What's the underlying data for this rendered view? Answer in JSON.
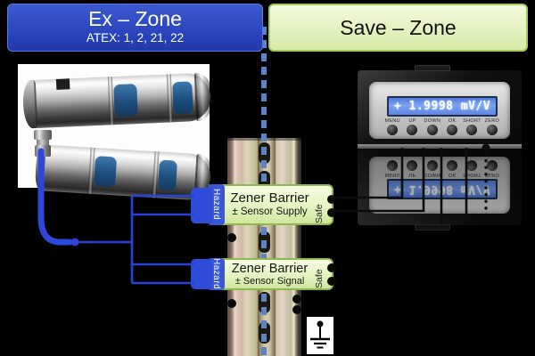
{
  "header": {
    "ex_zone": {
      "title": "Ex – Zone",
      "subtitle": "ATEX: 1, 2, 21, 22"
    },
    "save_zone": {
      "title": "Save – Zone"
    }
  },
  "barriers": [
    {
      "title": "Zener Barrier",
      "subtitle": "± Sensor Supply",
      "hazard_label": "Hazard",
      "safe_label": "Safe"
    },
    {
      "title": "Zener Barrier",
      "subtitle": "± Sensor Signal",
      "hazard_label": "Hazard",
      "safe_label": "Safe"
    }
  ],
  "device": {
    "lcd_value": "+ 1.9998 mV/V",
    "buttons": [
      "MENU",
      "UP",
      "DOWN",
      "OK",
      "SHORT",
      "ZERO"
    ]
  },
  "colors": {
    "ex_zone_blue": "#2b49c4",
    "save_zone_green": "#e9f5c6",
    "zone_border_green": "#a6c95c",
    "hazard_tab_blue": "#3a57d6",
    "cable_blue": "#2d48d8",
    "lcd_blue": "#6490ec",
    "rail_gold": "#cfc19e"
  }
}
